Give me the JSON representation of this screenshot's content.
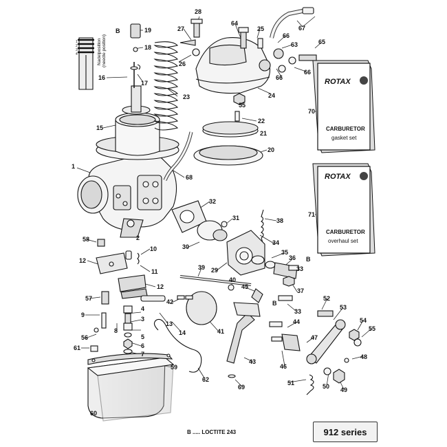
{
  "labels": [
    "1",
    "2",
    "3",
    "4",
    "5",
    "6",
    "7",
    "8",
    "9",
    "10",
    "11",
    "12",
    "12",
    "13",
    "14",
    "15",
    "16",
    "17",
    "18",
    "19",
    "20",
    "21",
    "22",
    "23",
    "24",
    "25",
    "26",
    "27",
    "28",
    "29",
    "30",
    "31",
    "32",
    "33",
    "33",
    "34",
    "35",
    "36",
    "37",
    "38",
    "39",
    "40",
    "41",
    "42",
    "43",
    "44",
    "45",
    "46",
    "47",
    "48",
    "49",
    "50",
    "51",
    "52",
    "53",
    "54",
    "55",
    "55",
    "56",
    "57",
    "58",
    "59",
    "60",
    "61",
    "62",
    "63",
    "64",
    "65",
    "66",
    "66",
    "66",
    "67",
    "68",
    "69",
    "70",
    "71"
  ],
  "loctite_marks": [
    "B",
    "B",
    "B"
  ],
  "needle_note": "Nadelposition\n(needle position)",
  "needle_positions": [
    "1",
    "2",
    "3",
    "4"
  ],
  "books": [
    {
      "brand": "ROTAX",
      "title": "CARBURETOR",
      "subtitle": "gasket set"
    },
    {
      "brand": "ROTAX",
      "title": "CARBURETOR",
      "subtitle": "overhaul set"
    }
  ],
  "legend": "B ..... LOCTITE 243",
  "series": "912 series",
  "colors": {
    "ink": "#111111",
    "part_fill": "#f4f4f4",
    "shade": "#bdbdbd",
    "series_bg": "#f2f2f2"
  }
}
